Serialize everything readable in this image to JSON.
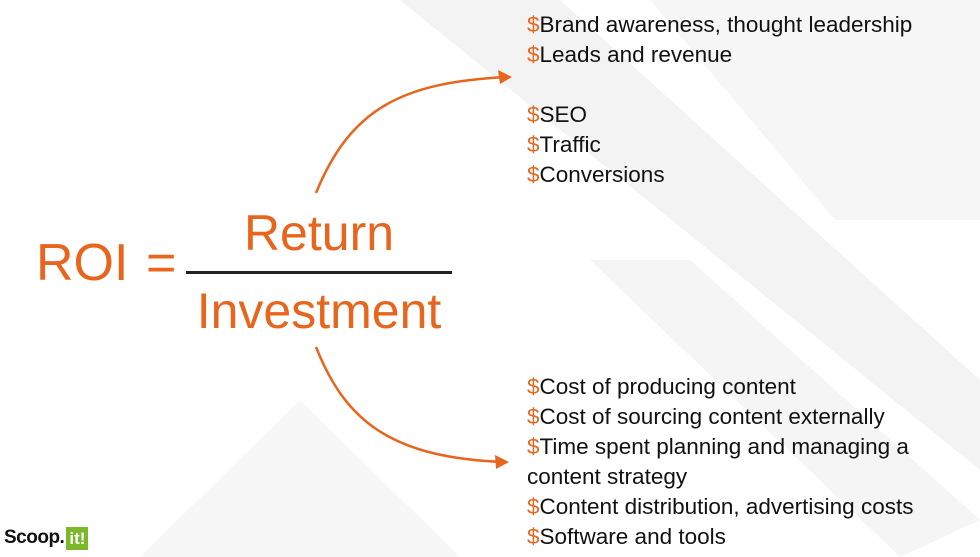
{
  "formula": {
    "lhs": "ROI",
    "equals": "=",
    "numerator": "Return",
    "denominator": "Investment"
  },
  "return_items": [
    {
      "symbol": "$",
      "text": "Brand awareness, thought leadership"
    },
    {
      "symbol": "$",
      "text": "Leads and revenue"
    },
    {
      "symbol": "$",
      "text": "SEO"
    },
    {
      "symbol": "$",
      "text": "Traffic"
    },
    {
      "symbol": "$",
      "text": "Conversions"
    }
  ],
  "investment_items": [
    {
      "symbol": "$",
      "text": "Cost of producing content"
    },
    {
      "symbol": "$",
      "text": "Cost of sourcing content externally"
    },
    {
      "symbol": "$",
      "text": "Time spent planning and managing a"
    },
    {
      "symbol": "",
      "text": "content strategy"
    },
    {
      "symbol": "$",
      "text": "Content distribution, advertising costs"
    },
    {
      "symbol": "$",
      "text": "Software and tools"
    }
  ],
  "logo": {
    "word": "Scoop.",
    "badge": "it!"
  },
  "colors": {
    "accent": "#E8651E",
    "text": "#111111",
    "logo_green": "#7BB82A",
    "background_shape": "#F2F2F2"
  }
}
